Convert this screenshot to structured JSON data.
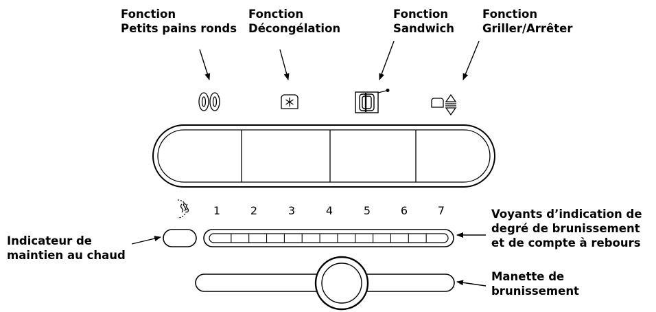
{
  "functions": [
    {
      "line1": "Fonction",
      "line2": "Petits pains ronds",
      "icon": "bagel-icon"
    },
    {
      "line1": "Fonction",
      "line2": "Décongélation",
      "icon": "defrost-icon"
    },
    {
      "line1": "Fonction",
      "line2": "Sandwich",
      "icon": "sandwich-icon"
    },
    {
      "line1": "Fonction",
      "line2": "Griller/Arrêter",
      "icon": "toast-cancel-icon"
    }
  ],
  "keep_warm": {
    "line1": "Indicateur de",
    "line2": "maintien au chaud",
    "icon": "keep-warm-icon"
  },
  "browning_lights": {
    "line1": "Voyants d’indication de",
    "line2": "degré de brunissement",
    "line3": "et de compte à rebours"
  },
  "browning_dial": {
    "line1": "Manette de",
    "line2": "brunissement"
  },
  "shade_numbers": [
    "1",
    "2",
    "3",
    "4",
    "5",
    "6",
    "7"
  ]
}
